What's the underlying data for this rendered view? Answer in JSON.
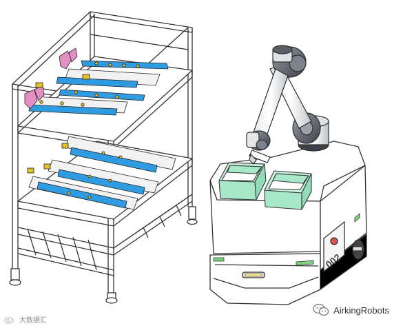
{
  "watermark": {
    "brand": "AirkingRobots",
    "icon": "wechat-icon",
    "corner_mark": "大数据汇",
    "corner_icon": "weibo-icon"
  },
  "robot": {
    "panel_code": "002"
  },
  "colors": {
    "rack_blue": "#2f9be0",
    "rack_pink": "#e48fc4",
    "rack_yellow": "#e3c229",
    "bin_green": "#a6e8c8",
    "accent_green": "#7cd37c",
    "frame_line": "#333333",
    "arm_gray": "#5a5f66"
  }
}
